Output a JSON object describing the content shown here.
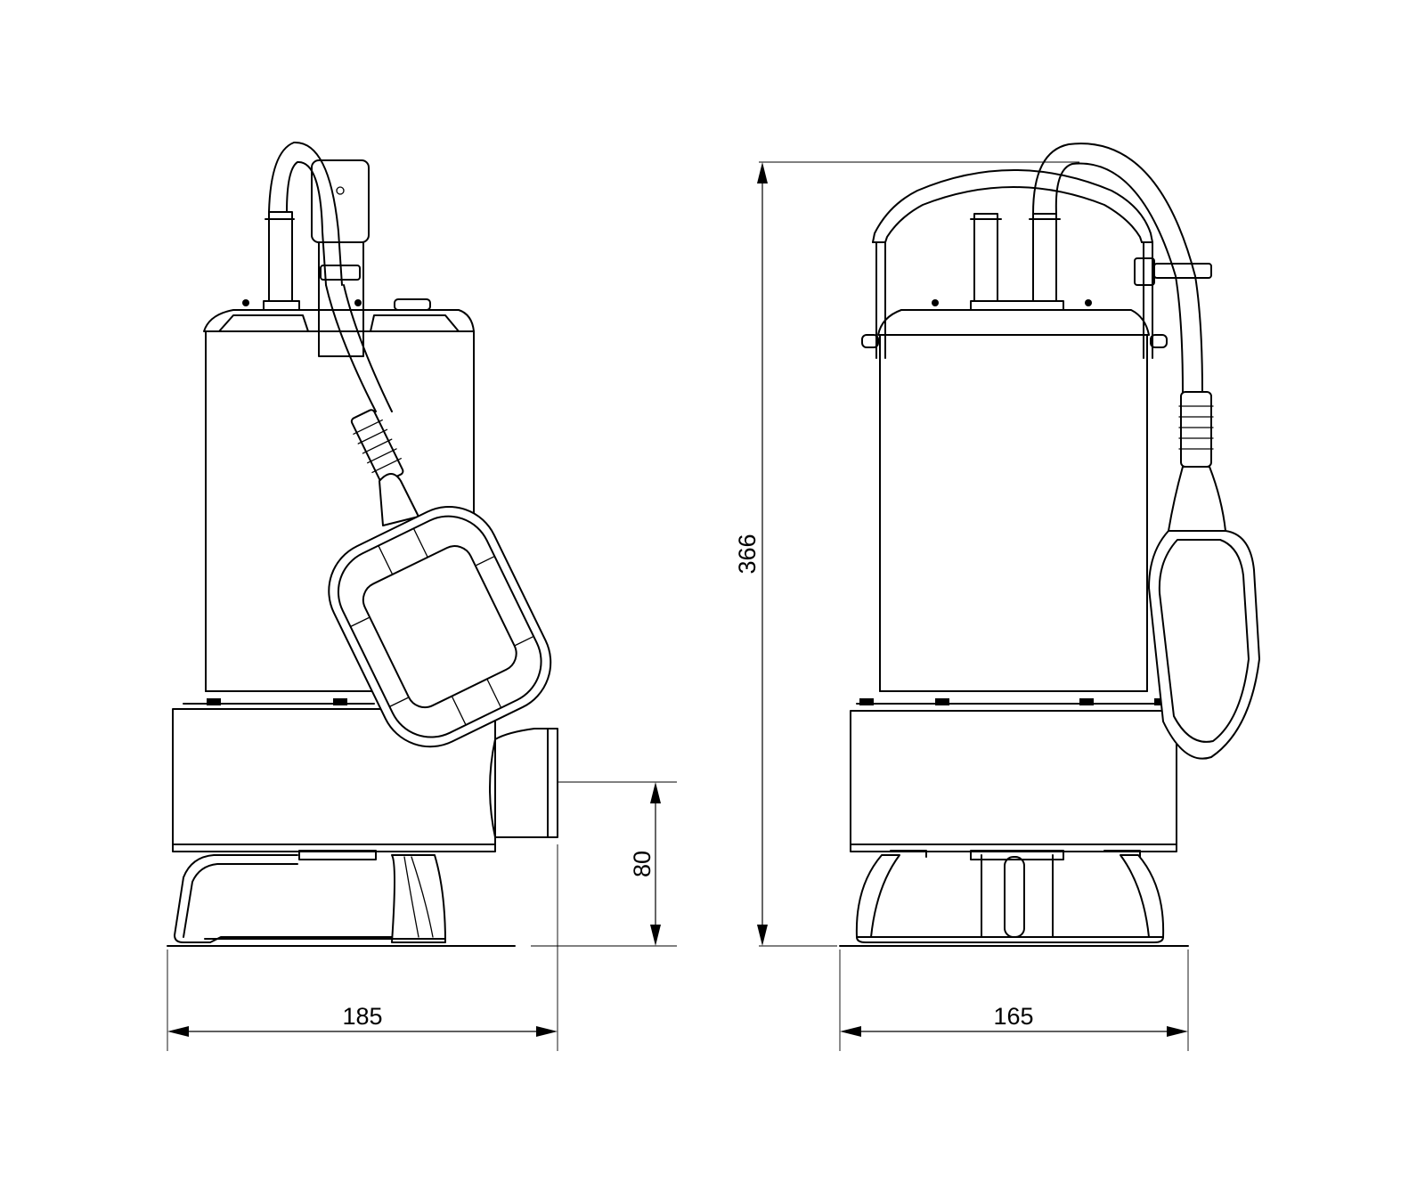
{
  "dimensions": {
    "left_width": "185",
    "right_width": "165",
    "outlet_height": "80",
    "total_height": "366"
  }
}
